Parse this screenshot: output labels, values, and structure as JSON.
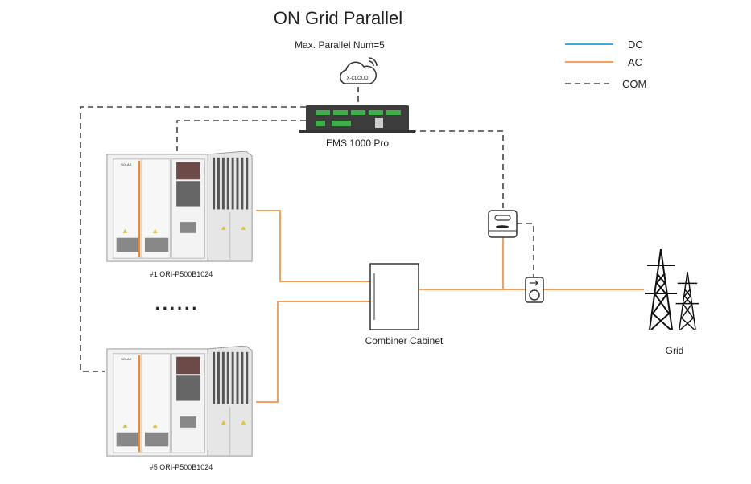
{
  "title": "ON Grid Parallel",
  "subtitle": "Max. Parallel Num=5",
  "legend": [
    {
      "label": "DC",
      "color": "#3aa7e0",
      "style": "solid"
    },
    {
      "label": "AC",
      "color": "#f5a05a",
      "style": "solid"
    },
    {
      "label": "COM",
      "color": "#444444",
      "style": "dashed"
    }
  ],
  "cloud": {
    "label": "X-CLOUD",
    "icon": "cloud-wifi-icon"
  },
  "ems": {
    "label": "EMS 1000 Pro"
  },
  "cabinets": [
    {
      "label": "#1 ORI-P500B1024",
      "brand": "SOLAX"
    },
    {
      "label": "#5 ORI-P500B1024",
      "brand": "SOLAX"
    }
  ],
  "ellipsis": "......",
  "combiner": {
    "label": "Combiner Cabinet"
  },
  "meter": {
    "icon": "energy-meter-icon"
  },
  "ct": {
    "icon": "current-transformer-icon"
  },
  "grid": {
    "label": "Grid",
    "icon": "transmission-tower-icon"
  }
}
